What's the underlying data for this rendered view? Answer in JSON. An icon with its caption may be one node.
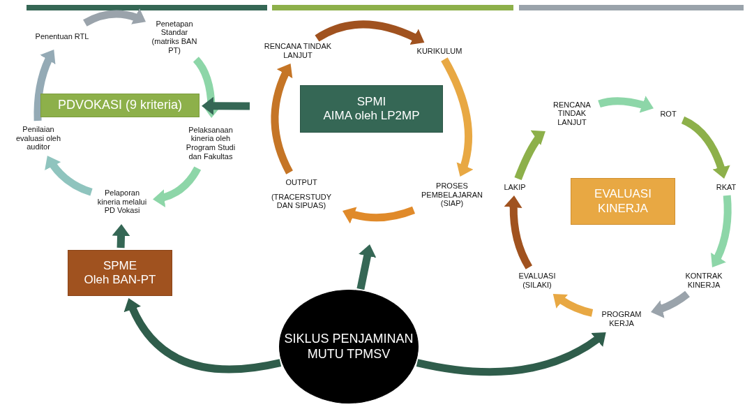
{
  "diagram": {
    "nodes": [
      {
        "text": [
          "Penentuan RTL"
        ]
      },
      {
        "text": [
          "Penetapan Standar (matriks BAN PT)"
        ]
      },
      {
        "text": [
          "PDVOKASI (9 kriteria)"
        ]
      },
      {
        "text": [
          "Pelaksanaan kineria oleh Program Studi dan Fakultas"
        ]
      },
      {
        "text": [
          "Pelaporan kineria melalui PD Vokasi"
        ]
      },
      {
        "text": [
          "Penilaian evaluasi oleh auditor"
        ]
      },
      {
        "text": [
          "SPME",
          "Oleh BAN-PT"
        ]
      },
      {
        "text": [
          "RENCANA TINDAK LANJUT"
        ]
      },
      {
        "text": [
          "KURIKULUM"
        ]
      },
      {
        "text": [
          "SPMI",
          "AIMA oleh LP2MP"
        ]
      },
      {
        "text": [
          "PROSES PEMBELAJARAN (SIAP)"
        ]
      },
      {
        "text": [
          "OUTPUT",
          "(TRACERSTUDY DAN SIPUAS)"
        ]
      },
      {
        "text": [
          "RENCANA TINDAK LANJUT"
        ]
      },
      {
        "text": [
          "ROT"
        ]
      },
      {
        "text": [
          "EVALUASI KINERJA"
        ]
      },
      {
        "text": [
          "RKAT"
        ]
      },
      {
        "text": [
          "KONTRAK KINERJA"
        ]
      },
      {
        "text": [
          "PROGRAM KERJA"
        ]
      },
      {
        "text": [
          "EVALUASI (SILAKI)"
        ]
      },
      {
        "text": [
          "LAKIP"
        ]
      },
      {
        "text": [
          "SIKLUS PENJAMINAN MUTU TPMSV"
        ]
      }
    ],
    "edges": [
      {
        "from": 0,
        "to": 1,
        "arrow": "to",
        "color": "#9aa3ab"
      },
      {
        "from": 1,
        "to": 3,
        "arrow": "to",
        "color": "#8dd6a8"
      },
      {
        "from": 3,
        "to": 4,
        "arrow": "to",
        "color": "#8dd6a8"
      },
      {
        "from": 4,
        "to": 5,
        "arrow": "to",
        "color": "#8fc4be"
      },
      {
        "from": 5,
        "to": 0,
        "arrow": "to",
        "color": "#94aab5"
      },
      {
        "from": null,
        "to": 2,
        "arrow": "to",
        "color": "#356755"
      },
      {
        "from": 6,
        "to": 4,
        "arrow": "to",
        "color": "#356755"
      },
      {
        "from": 20,
        "to": null,
        "arrow": "to",
        "color": "#356755"
      },
      {
        "from": 20,
        "to": 6,
        "arrow": "to",
        "color": "#2f5d4b"
      },
      {
        "from": 20,
        "to": 17,
        "arrow": "to",
        "color": "#2f5d4b"
      },
      {
        "from": 7,
        "to": 8,
        "arrow": "to",
        "color": "#a0521f"
      },
      {
        "from": 8,
        "to": 10,
        "arrow": "to",
        "color": "#e8a843"
      },
      {
        "from": 10,
        "to": 11,
        "arrow": "to",
        "color": "#e08a2a"
      },
      {
        "from": 11,
        "to": 7,
        "arrow": "to",
        "color": "#c57526"
      },
      {
        "from": 12,
        "to": 13,
        "arrow": "to",
        "color": "#8dd6a8"
      },
      {
        "from": 13,
        "to": 15,
        "arrow": "to",
        "color": "#8db04a"
      },
      {
        "from": 15,
        "to": 16,
        "arrow": "to",
        "color": "#8dd6a8"
      },
      {
        "from": 16,
        "to": 17,
        "arrow": "to",
        "color": "#9aa3ab"
      },
      {
        "from": 17,
        "to": 18,
        "arrow": "to",
        "color": "#e8a843"
      },
      {
        "from": 18,
        "to": 19,
        "arrow": "to",
        "color": "#a0521f"
      },
      {
        "from": 19,
        "to": 12,
        "arrow": "to",
        "color": "#8db04a"
      }
    ]
  }
}
